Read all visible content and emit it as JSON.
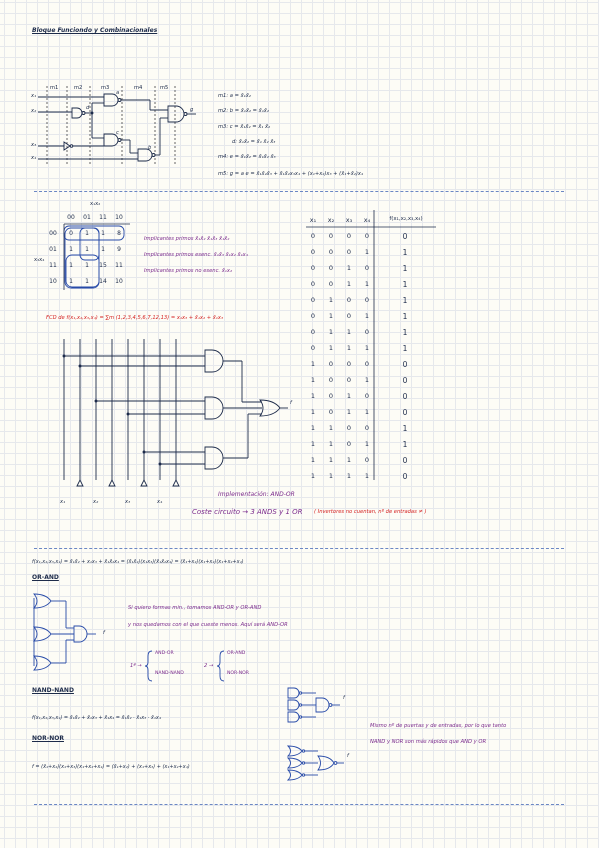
{
  "header": {
    "title": "Bloque Funciondo y Combinacionales"
  },
  "circuit1": {
    "stage_labels": [
      "m1",
      "m2",
      "m3",
      "m4",
      "m5"
    ],
    "input_labels": [
      "x₁",
      "x₂",
      "x₃",
      "x₄"
    ],
    "gate_labels": [
      "a",
      "b",
      "c",
      "d"
    ],
    "output_label": "g",
    "equations": [
      "m1:  a = x̄₁x̄₂",
      "m2:  b = x̄₁x̄₂ = x̄₁x̄₂",
      "m3:  c = x̄₁x̄₂ = x̄₁ x̄₂",
      "d: x̄₁x̄₂ = x̄₁ x̄₂ x̄₃",
      "m4:  e = x̄₁x̄₂ = x̄₁x̄₂ x̄₃",
      "m5:  g = a e = x̄₁x̄₂x̄₃ + x̄₁x̄₂x₃x₄ + (x₁+x₂)x₃ + (x̄₁+x̄₂)x₄"
    ]
  },
  "kmap": {
    "col_header": "x₁x₂",
    "row_var": "x₃x₄",
    "col_labels": [
      "00",
      "01",
      "11",
      "10"
    ],
    "row_labels": [
      "00",
      "01",
      "11",
      "10"
    ],
    "rows": [
      [
        "0",
        "1",
        "1",
        "8"
      ],
      [
        "1",
        "1",
        "1",
        "9"
      ],
      [
        "1",
        "1",
        "15",
        "11"
      ],
      [
        "1",
        "1",
        "14",
        "10"
      ]
    ],
    "notes": [
      "Implicantes primos  x̄₁x̄₂  x̄₁x̄₃  x̄₁x̄₂",
      "Implicantes primos esenc.  x̄₁x̄₃  x̄₁x₂  x̄₁x₄",
      "Implicantes primos no esenc.  x̄₁x₂"
    ]
  },
  "fcd": {
    "equation": "FCD de f(x₁,x₂,x₃,x₄) = ∑m (1,2,3,4,5,6,7,12,13) = x₁x₃ + x̄₁x₂ + x̄₁x₃",
    "input_labels": [
      "x₁",
      "x₂",
      "x₃",
      "x₄"
    ],
    "output_label": "f",
    "implementation": "Implementación: AND-OR",
    "cost": "Coste circuito → 3 ANDS y 1 OR",
    "cost_note": "( Invertores no cuentan, nº de entradas ≠ )"
  },
  "truth_table": {
    "headers": [
      "x₁",
      "x₂",
      "x₃",
      "x₄",
      "f(x₁,x₂,x₃,x₄)"
    ],
    "rows": [
      [
        "0",
        "0",
        "0",
        "0",
        "0"
      ],
      [
        "0",
        "0",
        "0",
        "1",
        "1"
      ],
      [
        "0",
        "0",
        "1",
        "0",
        "1"
      ],
      [
        "0",
        "0",
        "1",
        "1",
        "1"
      ],
      [
        "0",
        "1",
        "0",
        "0",
        "1"
      ],
      [
        "0",
        "1",
        "0",
        "1",
        "1"
      ],
      [
        "0",
        "1",
        "1",
        "0",
        "1"
      ],
      [
        "0",
        "1",
        "1",
        "1",
        "1"
      ],
      [
        "1",
        "0",
        "0",
        "0",
        "0"
      ],
      [
        "1",
        "0",
        "0",
        "1",
        "0"
      ],
      [
        "1",
        "0",
        "1",
        "0",
        "0"
      ],
      [
        "1",
        "0",
        "1",
        "1",
        "0"
      ],
      [
        "1",
        "1",
        "0",
        "0",
        "1"
      ],
      [
        "1",
        "1",
        "0",
        "1",
        "1"
      ],
      [
        "1",
        "1",
        "1",
        "0",
        "0"
      ],
      [
        "1",
        "1",
        "1",
        "1",
        "0"
      ]
    ]
  },
  "section3": {
    "top_equation": "f(x₁,x₂,x₃,x₄) = x̄₁x̄₂ + x₁x₃ + x̄₁x̄₂x₄ = (x̄₁x̄₂)(x₁x₃)(x̄₁x̄₂x₄) = (x̄₁+x₂)(x₁+x₂)(x₁+x₂+x₄)",
    "or_and_title": "OR-AND",
    "or_and_output": "f",
    "note_line1": "Si quiero formas min., tomamos AND-OR y OR-AND",
    "note_line2": "y nos quedamos con el que cueste menos. Aquí será AND-OR",
    "brace_left": [
      "AND-OR",
      "NAND-NAND"
    ],
    "brace_left_prefix": "1ª →",
    "brace_right": [
      "OR-AND",
      "NOR-NOR"
    ],
    "brace_right_prefix": "2 →",
    "nand_title": "NAND-NAND",
    "nand_equation": "f(x₁,x₂,x₃,x₄) = x̄₁x̄₂ + x̄₁x₃ + x̄₁x₄ = x̄₁x̄₂ · x̄₁x₃ · x̄₁x₄",
    "nor_title": "NOR-NOR",
    "nor_equation": "f = (x̄₁+x₂)(x₁+x₃)(x₁+x₂+x₄) = (x̄₁+x₂) + (x₁+x₃) + (x₁+x₂+x₄)",
    "nand_output": "f",
    "nor_output": "f",
    "final_note_line1": "Mismo nº de puertas y de entradas, por lo que tanto",
    "final_note_line2": "NAND y NOR son más rápidos que AND y OR"
  }
}
